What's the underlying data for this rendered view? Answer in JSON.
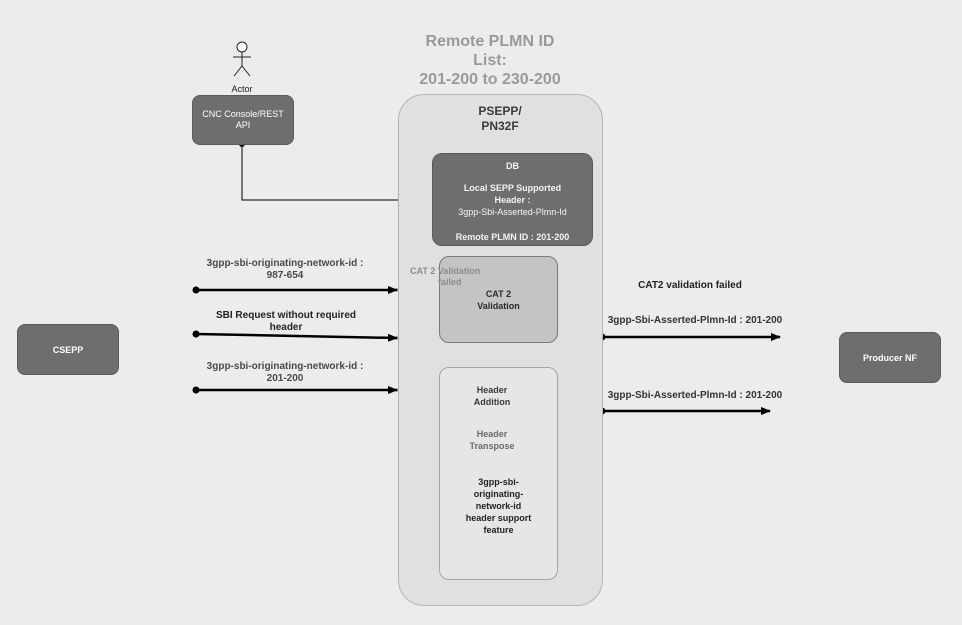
{
  "title": "Remote PLMN ID List: 201-200 to 230-200",
  "title_lines": [
    "Remote PLMN ID",
    "List:",
    "201-200 to 230-200"
  ],
  "actor": {
    "label": "Actor"
  },
  "cnc_console": {
    "label": "CNC Console/REST API"
  },
  "psepp": {
    "label_line1": "PSEPP/",
    "label_line2": "PN32F"
  },
  "db": {
    "title": "DB",
    "line1": "Local SEPP Supported",
    "line2": "Header :",
    "line3": "3gpp-Sbi-Asserted-Plmn-Id",
    "remote": "Remote PLMN ID : 201-200"
  },
  "cat2": {
    "line1": "CAT 2",
    "line2": "Validation"
  },
  "cat2_failed_label": {
    "line1": "CAT 2 Validation",
    "line2": "failed"
  },
  "header_addition": {
    "line1": "Header",
    "line2": "Addition"
  },
  "header_transpose": {
    "line1": "Header",
    "line2": "Transpose"
  },
  "feature": {
    "lines": [
      "3gpp-sbi-",
      "originating-",
      "network-id",
      "header support",
      "feature"
    ]
  },
  "csepp": {
    "label": "CSEPP"
  },
  "producer_nf": {
    "label": "Producer NF"
  },
  "input1": {
    "line1": "3gpp-sbi-originating-network-id :",
    "line2": "987-654"
  },
  "input2": {
    "line1": "SBI Request without required",
    "line2": "header"
  },
  "input3": {
    "line1": "3gpp-sbi-originating-network-id :",
    "line2": "201-200"
  },
  "output_failed": {
    "label": "CAT2 validation failed"
  },
  "output1": {
    "label": "3gpp-Sbi-Asserted-Plmn-Id : 201-200"
  },
  "output2": {
    "label": "3gpp-Sbi-Asserted-Plmn-Id : 201-200"
  }
}
